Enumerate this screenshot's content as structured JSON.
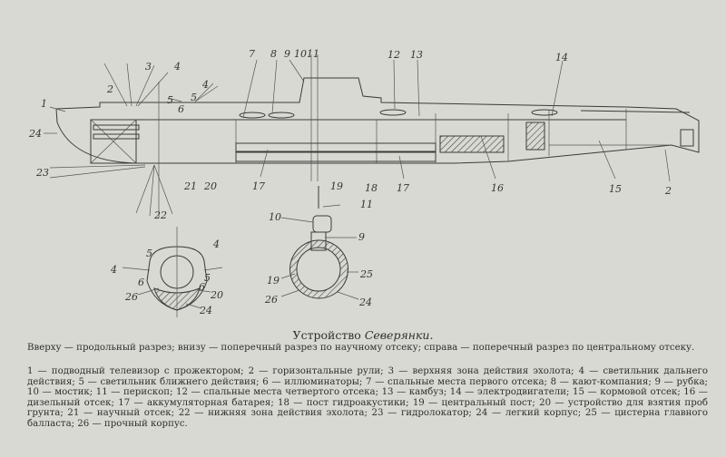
{
  "figure": {
    "longitudinal_labels": [
      "1",
      "2",
      "3",
      "4",
      "4",
      "5",
      "5",
      "6",
      "7",
      "8",
      "9",
      "10",
      "11",
      "24",
      "23",
      "22",
      "21",
      "20",
      "17",
      "19",
      "18",
      "17",
      "12",
      "13",
      "14",
      "16",
      "15",
      "2"
    ],
    "left_section_labels": [
      "5",
      "4",
      "4",
      "6",
      "5",
      "6",
      "26",
      "20",
      "24"
    ],
    "right_section_labels": [
      "11",
      "10",
      "9",
      "19",
      "25",
      "26",
      "24"
    ]
  },
  "caption": {
    "title_prefix": "Устройство",
    "title_name": "Северянки.",
    "intro": "Вверху — продольный разрез; внизу — поперечный разрез по научному отсеку; справа — поперечный разрез по центральному отсеку.",
    "legend": "1 — подводный телевизор с прожектором; 2 — горизонтальные рули; 3 — верхняя зона действия эхолота; 4 — светильник дальнего действия; 5 — светильник ближнего действия; 6 — иллюминаторы; 7 — спальные места первого отсека; 8 — кают-компания; 9 — рубка; 10 — мостик; 11 — перископ; 12 — спальные места четвертого отсека; 13 — камбуз; 14 — электродвигатели; 15 — кормовой отсек; 16 — дизельный отсек; 17 — аккумуляторная батарея; 18 — пост гидроакустики; 19 — центральный пост; 20 — устройство для взятия проб грунта; 21 — научный отсек; 22 — нижняя зона действия эхолота; 23 — гидролокатор; 24 — легкий корпус; 25 — цистерна главного балласта; 26 — прочный корпус."
  }
}
